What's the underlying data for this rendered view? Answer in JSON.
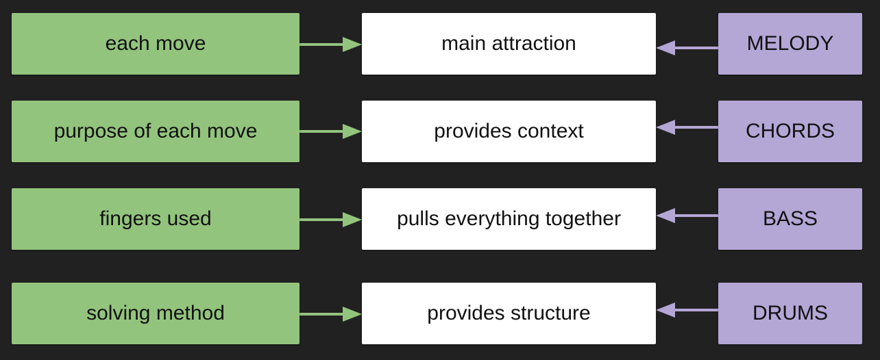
{
  "colors": {
    "background": "#212121",
    "left_fill": "#93c47d",
    "middle_fill": "#ffffff",
    "right_fill": "#b4a7d6",
    "left_arrow": "#93c47d",
    "right_arrow": "#b4a7d6"
  },
  "rows": [
    {
      "left": "each move",
      "middle": "main attraction",
      "right": "MELODY"
    },
    {
      "left": "purpose of each move",
      "middle": "provides context",
      "right": "CHORDS"
    },
    {
      "left": "fingers used",
      "middle": "pulls everything together",
      "right": "BASS"
    },
    {
      "left": "solving method",
      "middle": "provides structure",
      "right": "DRUMS"
    }
  ]
}
